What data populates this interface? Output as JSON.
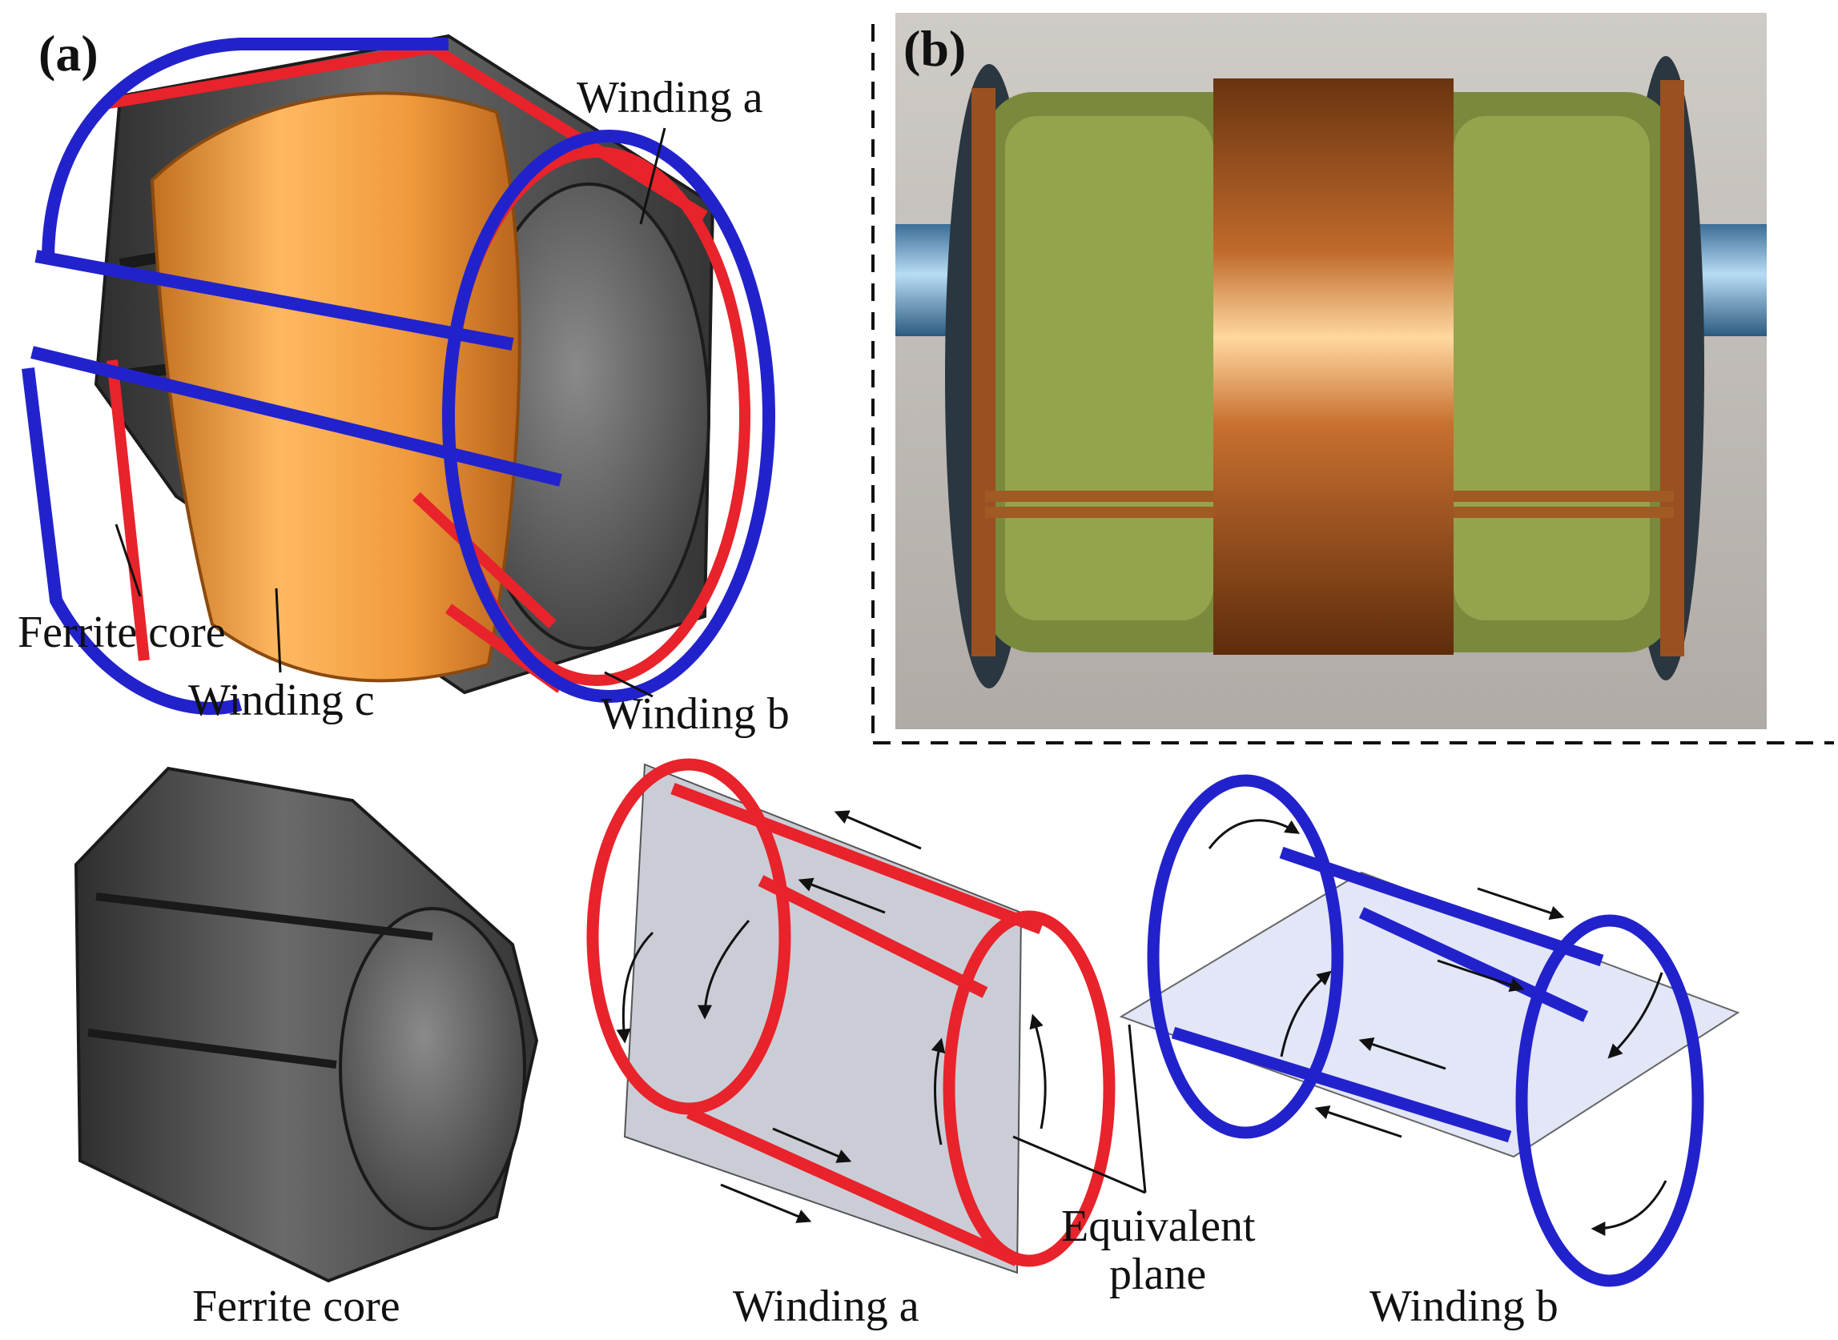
{
  "panels": {
    "a": {
      "label": "(a)"
    },
    "b": {
      "label": "(b)"
    }
  },
  "callouts": {
    "winding_a": "Winding a",
    "ferrite_core": "Ferrite core",
    "winding_c": "Winding c",
    "winding_b": "Winding b"
  },
  "exploded": {
    "ferrite_core": "Ferrite core",
    "winding_a": "Winding a",
    "winding_b": "Winding b",
    "equivalent_plane_line1": "Equivalent",
    "equivalent_plane_line2": "plane"
  },
  "colors": {
    "winding_a": "#e8232b",
    "winding_b": "#2222cc",
    "winding_c": "#f0a040",
    "ferrite": "#4a4a4a",
    "copper": "#b8682e",
    "plane": "#b8bcc8"
  }
}
